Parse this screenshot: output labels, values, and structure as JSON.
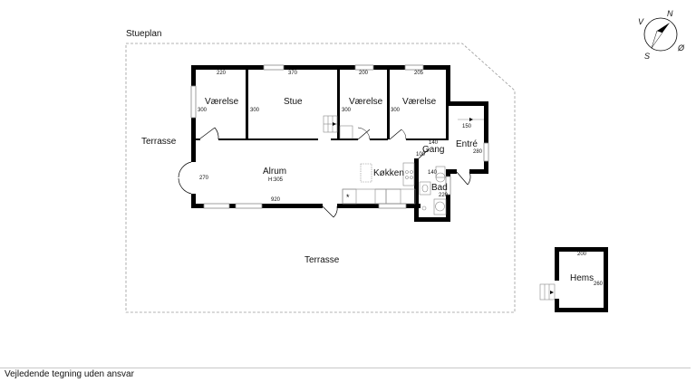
{
  "plan": {
    "title": "Stueplan",
    "footer": "Vejledende tegning uden ansvar"
  },
  "compass": {
    "north": "N",
    "south": "S",
    "east": "Ø",
    "west": "V"
  },
  "outdoor": {
    "terrace_left": "Terrasse",
    "terrace_bottom": "Terrasse"
  },
  "rooms": {
    "vaerelse1": {
      "label": "Værelse",
      "width": "220",
      "depth": "300"
    },
    "stue": {
      "label": "Stue",
      "width": "370",
      "depth": "300"
    },
    "vaerelse2": {
      "label": "Værelse",
      "width": "200",
      "depth": "300"
    },
    "vaerelse3": {
      "label": "Værelse",
      "width": "205",
      "depth": "300"
    },
    "entre": {
      "label": "Entré",
      "width": "150",
      "depth": "280"
    },
    "gang": {
      "label": "Gang",
      "width": "140",
      "depth": "100"
    },
    "koekken": {
      "label": "Køkken"
    },
    "bad": {
      "label": "Bad",
      "width": "140",
      "depth": "220"
    },
    "alrum": {
      "label": "Alrum",
      "height": "H:305",
      "width": "920",
      "depth": "270"
    },
    "hems": {
      "label": "Hems",
      "width": "200",
      "depth": "260"
    }
  }
}
